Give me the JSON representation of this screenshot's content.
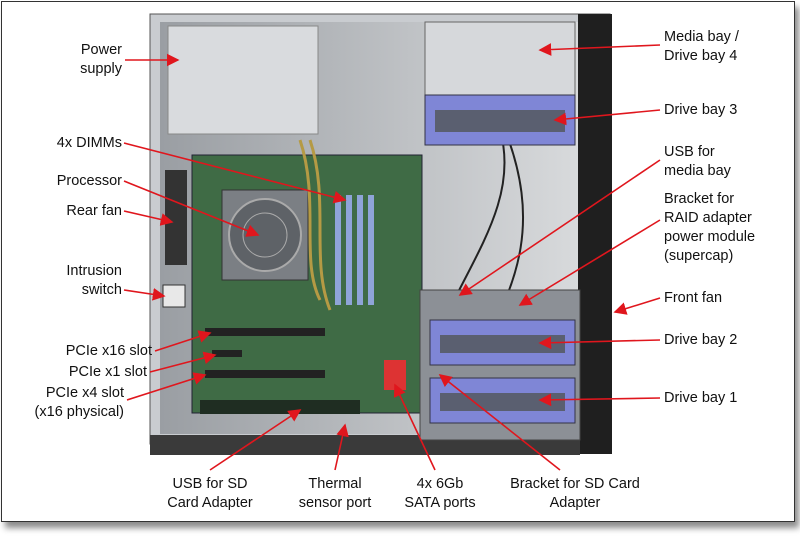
{
  "labels": {
    "power_supply": "Power\nsupply",
    "dimms": "4x DIMMs",
    "processor": "Processor",
    "rear_fan": "Rear fan",
    "intrusion_switch": "Intrusion\nswitch",
    "pcie_x16": "PCIe x16 slot",
    "pcie_x1": "PCIe x1 slot",
    "pcie_x4": "PCIe x4 slot\n(x16 physical)",
    "usb_sd": "USB for SD\nCard Adapter",
    "thermal": "Thermal\nsensor port",
    "sata": "4x 6Gb\nSATA ports",
    "bracket_sd": "Bracket for SD Card\nAdapter",
    "media_bay": "Media bay /\nDrive bay 4",
    "drive_bay_3": "Drive bay 3",
    "usb_media": "USB for\nmedia bay",
    "bracket_raid": "Bracket for\nRAID adapter\npower module\n(supercap)",
    "front_fan": "Front fan",
    "drive_bay_2": "Drive bay 2",
    "drive_bay_1": "Drive bay 1"
  },
  "colors": {
    "arrow": "#e0161d",
    "drive_tray": "#7f86d6",
    "board": "#3f6b45"
  }
}
